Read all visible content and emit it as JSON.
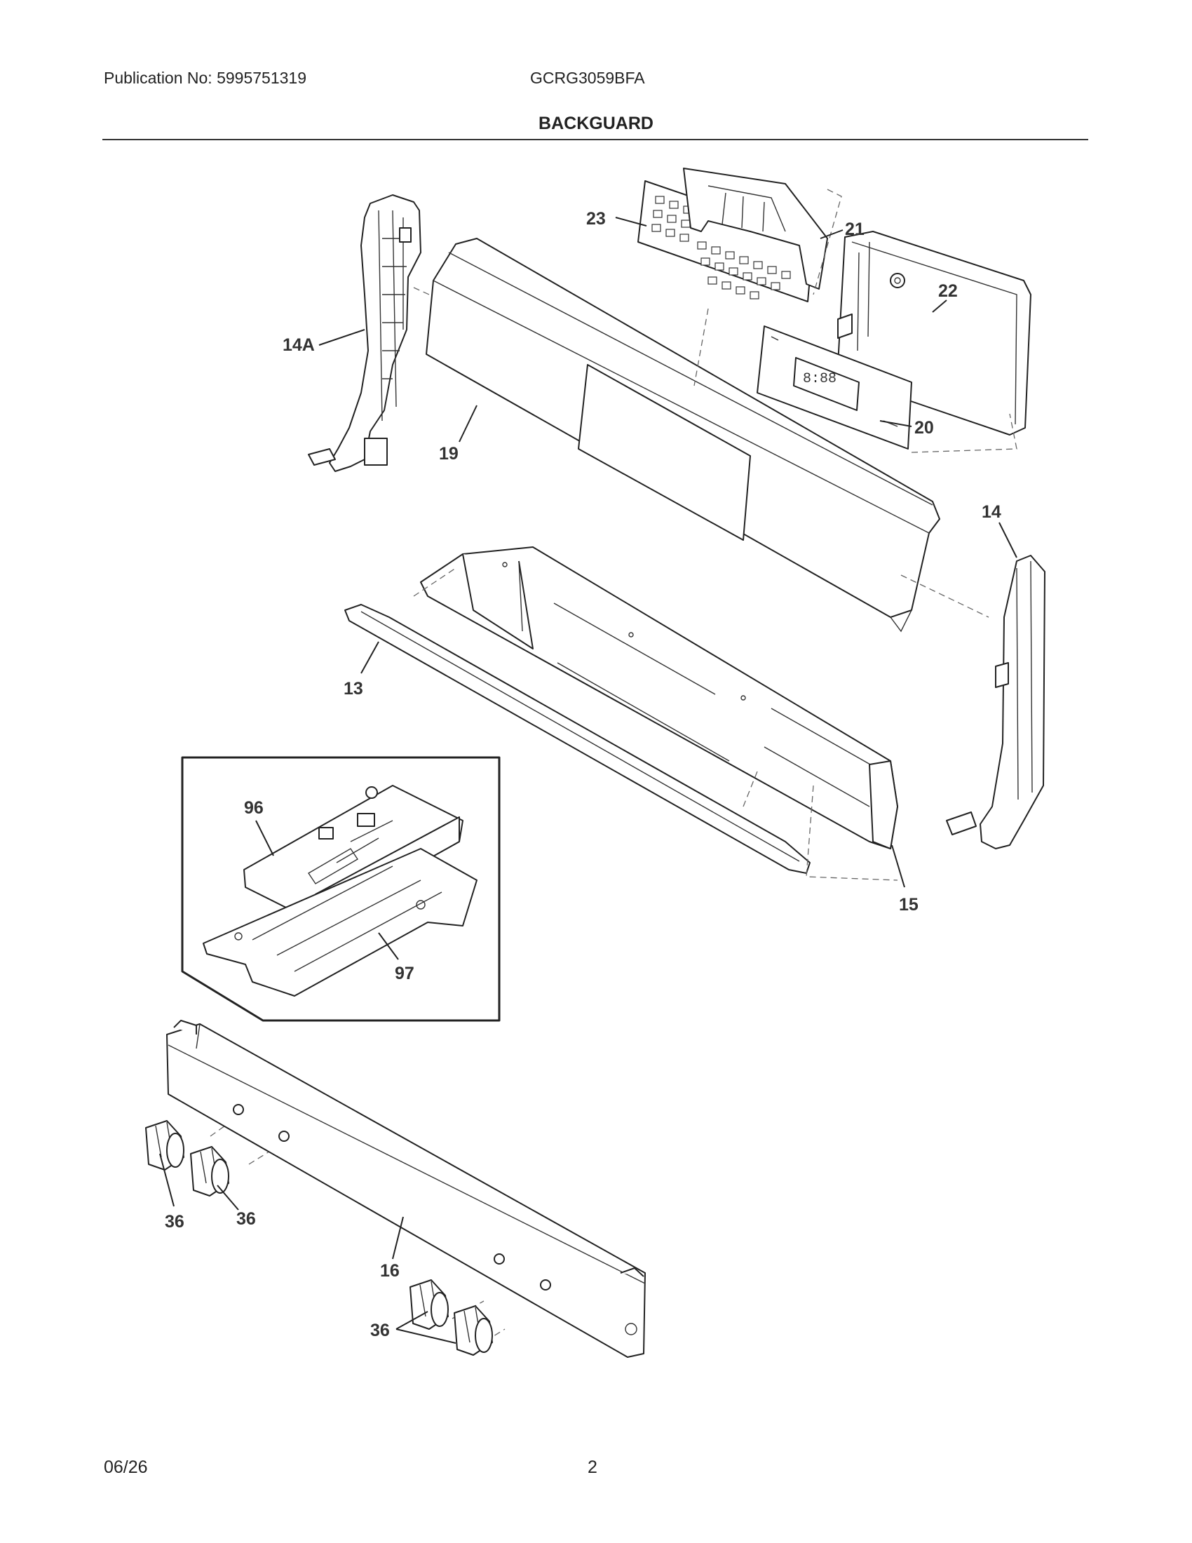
{
  "header": {
    "publication": "Publication No: 5995751319",
    "model": "GCRG3059BFA"
  },
  "section_title": "BACKGUARD",
  "callouts": {
    "c23": "23",
    "c21": "21",
    "c22": "22",
    "c14a": "14A",
    "c19": "19",
    "c20": "20",
    "c14": "14",
    "c13": "13",
    "c96": "96",
    "c15": "15",
    "c97": "97",
    "c36a": "36",
    "c36b": "36",
    "c16": "16",
    "c36c": "36"
  },
  "footer": {
    "date": "06/26",
    "page": "2"
  }
}
